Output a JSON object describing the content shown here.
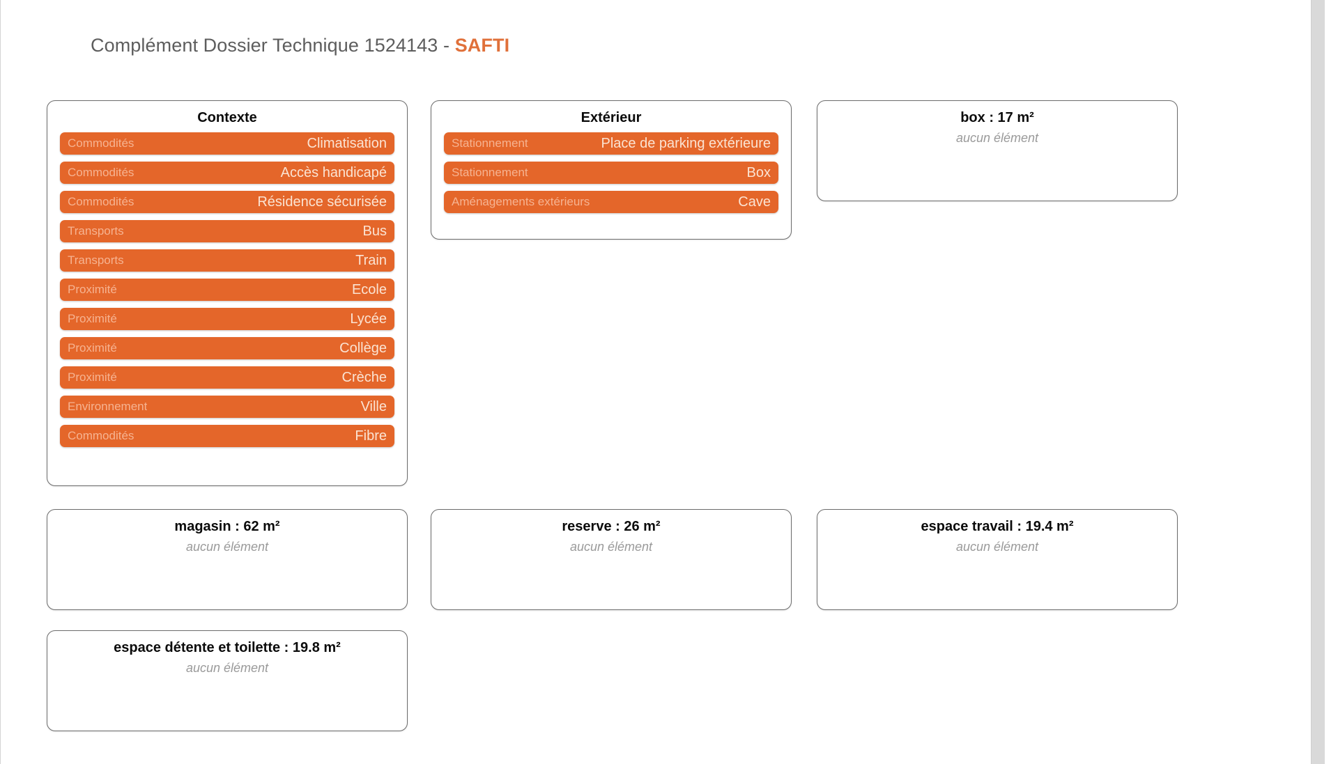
{
  "header": {
    "title_prefix": "Complément Dossier Technique 1524143 - ",
    "brand": "SAFTI",
    "full_title": "Complément Dossier Technique 1524143 - SAFTI"
  },
  "labels": {
    "empty": "aucun élément"
  },
  "colors": {
    "badge_orange": "#e4662a",
    "badge_category_text": "#f6b391",
    "badge_value_text": "#fbe3d2",
    "brand_orange": "#e0703a",
    "title_gray": "#5d5d5d",
    "card_border": "#6b6b6b",
    "empty_text": "#9a9a9a"
  },
  "cards": [
    {
      "id": "contexte",
      "title": "Contexte",
      "empty": false,
      "rows": [
        {
          "category": "Commodités",
          "value": "Climatisation"
        },
        {
          "category": "Commodités",
          "value": "Accès handicapé"
        },
        {
          "category": "Commodités",
          "value": "Résidence sécurisée"
        },
        {
          "category": "Transports",
          "value": "Bus"
        },
        {
          "category": "Transports",
          "value": "Train"
        },
        {
          "category": "Proximité",
          "value": "Ecole"
        },
        {
          "category": "Proximité",
          "value": "Lycée"
        },
        {
          "category": "Proximité",
          "value": "Collège"
        },
        {
          "category": "Proximité",
          "value": "Crèche"
        },
        {
          "category": "Environnement",
          "value": "Ville"
        },
        {
          "category": "Commodités",
          "value": "Fibre"
        }
      ]
    },
    {
      "id": "exterieur",
      "title": "Extérieur",
      "empty": false,
      "rows": [
        {
          "category": "Stationnement",
          "value": "Place de parking extérieure"
        },
        {
          "category": "Stationnement",
          "value": "Box"
        },
        {
          "category": "Aménagements extérieurs",
          "value": "Cave"
        }
      ]
    },
    {
      "id": "box",
      "title": "box : 17 m²",
      "empty": true,
      "empty_text": "aucun élément",
      "rows": []
    },
    {
      "id": "magasin",
      "title": "magasin : 62 m²",
      "empty": true,
      "empty_text": "aucun élément",
      "rows": []
    },
    {
      "id": "reserve",
      "title": "reserve : 26 m²",
      "empty": true,
      "empty_text": "aucun élément",
      "rows": []
    },
    {
      "id": "espace-travail",
      "title": "espace travail : 19.4 m²",
      "empty": true,
      "empty_text": "aucun élément",
      "rows": []
    },
    {
      "id": "espace-detente-toilette",
      "title": "espace détente et toilette : 19.8 m²",
      "empty": true,
      "empty_text": "aucun élément",
      "rows": []
    }
  ]
}
